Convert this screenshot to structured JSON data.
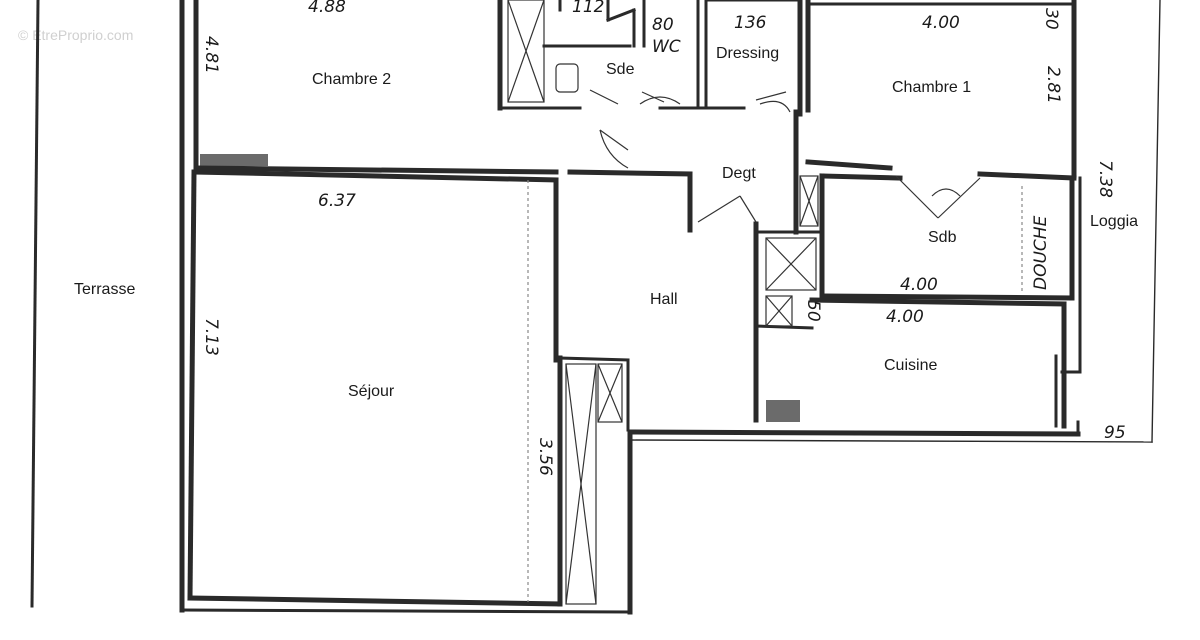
{
  "watermark": "© EtreProprio.com",
  "rooms": {
    "chambre2": "Chambre 2",
    "sde": "Sde",
    "wc": "WC",
    "dressing": "Dressing",
    "chambre1": "Chambre 1",
    "degt": "Degt",
    "terrasse": "Terrasse",
    "sejour": "Séjour",
    "hall": "Hall",
    "sdb": "Sdb",
    "douche": "DOUCHE",
    "loggia": "Loggia",
    "cuisine": "Cuisine"
  },
  "dimensions": {
    "d_top_chambre2": "4.88",
    "d_side_chambre2": "4.81",
    "d_sde": "112",
    "d_wc": "80",
    "d_dressing": "136",
    "d_top_chambre1": "4.00",
    "d_chambre1_corner": "30",
    "d_side_chambre1": "2.81",
    "d_loggia": "7.38",
    "d_sejour_top": "6.37",
    "d_sejour_side": "7.13",
    "d_sejour_inner": "3.56",
    "d_sdb": "4.00",
    "d_gaine": "50",
    "d_cuisine": "4.00",
    "d_bottom_right": "95"
  }
}
